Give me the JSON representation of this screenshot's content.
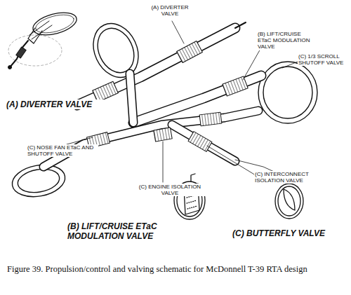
{
  "diagram": {
    "caption": "Figure 39. Propulsion/control and valving schematic for McDonnell T-39 RTA design",
    "labels": [
      "(A) DIVERTER VALVE",
      "(B) LIFT/CRUISE ETaC MODULATION VALVE",
      "(C) 1/3 SCROLL SHUTOFF VALVE",
      "(C) NOSE FAN ETaC AND SHUTOFF VALVE",
      "(C) ENGINE ISOLATION VALVE",
      "(C) INTERCONNECT ISOLATION VALVE",
      "(A) DIVERTER VALVE",
      "(B) LIFT/CRUISE ETaC MODULATION VALVE",
      "(C) BUTTERFLY VALVE"
    ]
  }
}
